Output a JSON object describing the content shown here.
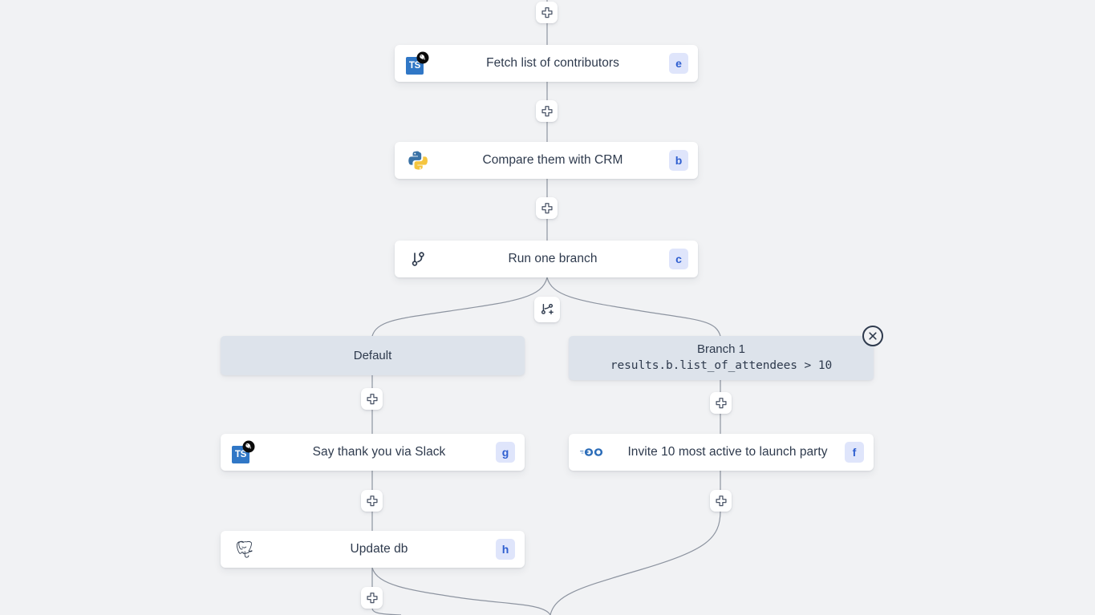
{
  "canvas": {
    "background_color": "#f1f2f4",
    "edge_color": "#8d94a0",
    "badge_bg": "#dfe5fb",
    "badge_fg": "#2f5fd0",
    "branch_box_bg": "#dde3eb",
    "node_bg": "#ffffff",
    "text_color": "#2e3a4d"
  },
  "nodes": {
    "fetch": {
      "label": "Fetch list of contributors",
      "badge": "e",
      "icon": "typescript-deno-icon",
      "ts_text": "TS"
    },
    "compare": {
      "label": "Compare them with CRM",
      "badge": "b",
      "icon": "python-icon"
    },
    "branch": {
      "label": "Run one branch",
      "badge": "c",
      "icon": "git-branch-icon"
    },
    "slack": {
      "label": "Say thank you via Slack",
      "badge": "g",
      "icon": "typescript-deno-icon",
      "ts_text": "TS"
    },
    "invite": {
      "label": "Invite 10 most active to launch party",
      "badge": "f",
      "icon": "go-icon"
    },
    "updatedb": {
      "label": "Update db",
      "badge": "h",
      "icon": "postgresql-icon"
    }
  },
  "branches": {
    "default": {
      "title": "Default",
      "expression": ""
    },
    "branch1": {
      "title": "Branch 1",
      "expression": "results.b.list_of_attendees > 10"
    }
  },
  "buttons": {
    "add_step_icon": "plus-icon",
    "add_branch_icon": "branch-add-icon",
    "close_icon": "close-icon"
  }
}
